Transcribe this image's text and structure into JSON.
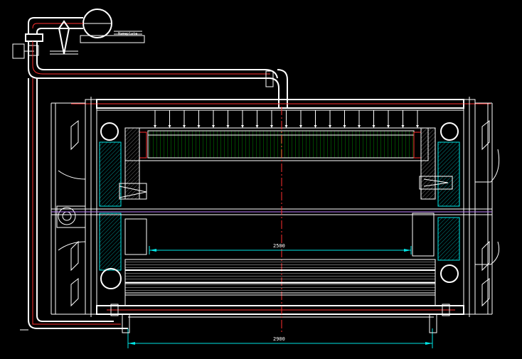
{
  "drawing": {
    "background": "#000000",
    "line_color": "#ffffff",
    "centerline_color": "#ff3030",
    "refractory_color": "#00e5e5",
    "dimensions": {
      "inner_length": "2500",
      "outer_length": "2900"
    },
    "labels": {
      "nameplate": "Nameplate"
    }
  }
}
